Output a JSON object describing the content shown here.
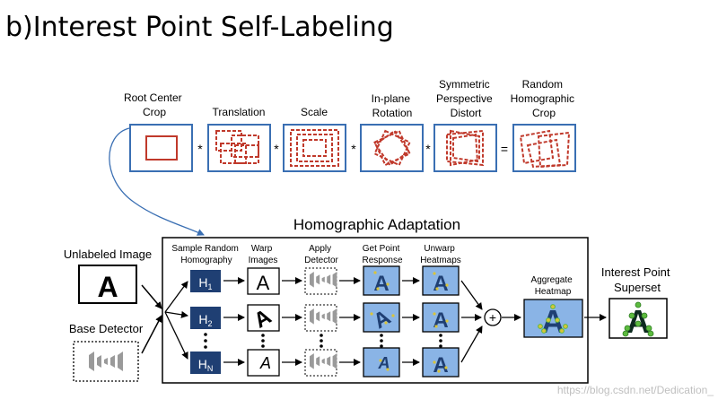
{
  "title": "b)Interest Point Self-Labeling",
  "watermark": "https://blog.csdn.net/Dedication_",
  "colors": {
    "box_border": "#3a6fb3",
    "dash_red": "#c0392b",
    "dark_blue": "#1f3f73",
    "heat_blue": "#8ab4e6",
    "green_dot": "#5dbb3f",
    "text": "#000000"
  },
  "pipeline": {
    "steps": [
      {
        "label_lines": [
          "Root Center",
          "Crop"
        ],
        "icon": "root-center-crop-icon"
      },
      {
        "label_lines": [
          "Translation"
        ],
        "icon": "translation-icon"
      },
      {
        "label_lines": [
          "Scale"
        ],
        "icon": "scale-icon"
      },
      {
        "label_lines": [
          "In-plane",
          "Rotation"
        ],
        "icon": "in-plane-rotation-icon"
      },
      {
        "label_lines": [
          "Symmetric",
          "Perspective",
          "Distort"
        ],
        "icon": "perspective-distort-icon"
      },
      {
        "label_lines": [
          "Random",
          "Homographic",
          "Crop"
        ],
        "icon": "random-homographic-crop-icon"
      }
    ],
    "operators": [
      "*",
      "*",
      "*",
      "*",
      "="
    ]
  },
  "adaptation": {
    "title": "Homographic Adaptation",
    "inputs": {
      "unlabeled_image": "Unlabeled Image",
      "base_detector": "Base Detector",
      "letter": "A"
    },
    "columns": [
      [
        "Sample Random",
        "Homography"
      ],
      [
        "Warp",
        "Images"
      ],
      [
        "Apply",
        "Detector"
      ],
      [
        "Get Point",
        "Response"
      ],
      [
        "Unwarp",
        "Heatmaps"
      ]
    ],
    "homographies": {
      "h1": {
        "base": "H",
        "sub": "1"
      },
      "h2": {
        "base": "H",
        "sub": "2"
      },
      "hn": {
        "base": "H",
        "sub": "N"
      }
    },
    "sum_symbol": "+",
    "aggregate": [
      "Aggregate",
      "Heatmap"
    ],
    "output": [
      "Interest Point",
      "Superset"
    ]
  }
}
